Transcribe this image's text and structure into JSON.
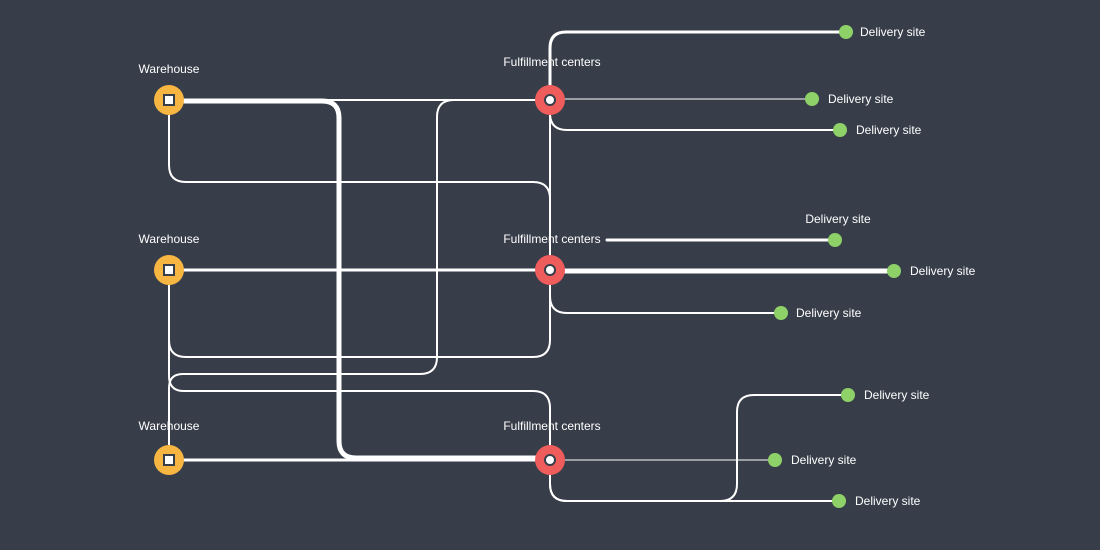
{
  "colors": {
    "background": "#373d49",
    "warehouse": "#f7b541",
    "fulfillment": "#ee5c5c",
    "delivery": "#8fd169",
    "link": "#ffffff"
  },
  "diagram": {
    "warehouses": [
      {
        "id": "w1",
        "label": "Warehouse"
      },
      {
        "id": "w2",
        "label": "Warehouse"
      },
      {
        "id": "w3",
        "label": "Warehouse"
      }
    ],
    "fulfillment_centers": [
      {
        "id": "f1",
        "label": "Fulfillment centers"
      },
      {
        "id": "f2",
        "label": "Fulfillment centers"
      },
      {
        "id": "f3",
        "label": "Fulfillment centers"
      }
    ],
    "delivery_sites": [
      {
        "id": "d1",
        "label": "Delivery site",
        "from": "f1"
      },
      {
        "id": "d2",
        "label": "Delivery site",
        "from": "f1"
      },
      {
        "id": "d3",
        "label": "Delivery site",
        "from": "f1"
      },
      {
        "id": "d4",
        "label": "Delivery site",
        "from": "f2"
      },
      {
        "id": "d5",
        "label": "Delivery site",
        "from": "f2"
      },
      {
        "id": "d6",
        "label": "Delivery site",
        "from": "f2"
      },
      {
        "id": "d7",
        "label": "Delivery site",
        "from": "f3"
      },
      {
        "id": "d8",
        "label": "Delivery site",
        "from": "f3"
      },
      {
        "id": "d9",
        "label": "Delivery site",
        "from": "f3"
      }
    ]
  }
}
